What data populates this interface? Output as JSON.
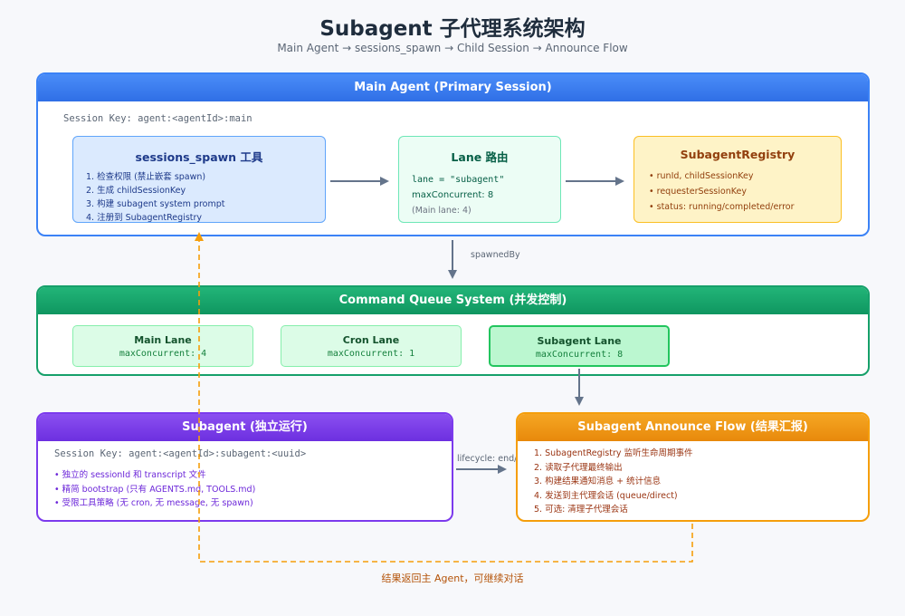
{
  "header": {
    "title": "Subagent 子代理系统架构",
    "subtitle": "Main Agent → sessions_spawn → Child Session → Announce Flow"
  },
  "main_agent": {
    "title": "Main Agent (Primary Session)",
    "session_key": "Session Key: agent:<agentId>:main",
    "spawn": {
      "title": "sessions_spawn 工具",
      "items": [
        "1. 检查权限 (禁止嵌套 spawn)",
        "2. 生成 childSessionKey",
        "3. 构建 subagent system prompt",
        "4. 注册到 SubagentRegistry"
      ]
    },
    "lane_routing": {
      "title": "Lane 路由",
      "items": [
        "lane = \"subagent\"",
        "maxConcurrent: 8",
        "(Main lane: 4)"
      ]
    },
    "registry": {
      "title": "SubagentRegistry",
      "items": [
        "• runId, childSessionKey",
        "• requesterSessionKey",
        "• status: running/completed/error"
      ]
    }
  },
  "connector_labels": {
    "spawned_by": "spawnedBy",
    "lifecycle": "lifecycle: end/e",
    "return": "结果返回主 Agent，可继续对话"
  },
  "queue": {
    "title": "Command Queue System (并发控制)",
    "lanes": [
      {
        "name": "Main Lane",
        "value": "maxConcurrent: 4"
      },
      {
        "name": "Cron Lane",
        "value": "maxConcurrent: 1"
      },
      {
        "name": "Subagent Lane",
        "value": "maxConcurrent: 8"
      }
    ]
  },
  "subagent": {
    "title": "Subagent (独立运行)",
    "session_key": "Session Key: agent:<agentId>:subagent:<uuid>",
    "items": [
      "• 独立的 sessionId 和 transcript 文件",
      "• 精简 bootstrap (只有 AGENTS.md, TOOLS.md)",
      "• 受限工具策略 (无 cron, 无 message, 无 spawn)"
    ]
  },
  "announce": {
    "title": "Subagent Announce Flow (结果汇报)",
    "items": [
      "1. SubagentRegistry 监听生命周期事件",
      "2. 读取子代理最终输出",
      "3. 构建结果通知消息 + 统计信息",
      "4. 发送到主代理会话 (queue/direct)",
      "5. 可选: 清理子代理会话"
    ]
  },
  "colors": {
    "main_accent": "#3b82f6",
    "queue_accent": "#16a06a",
    "subagent_accent": "#7c3aed",
    "announce_accent": "#f59e0b",
    "return_flow": "#f59e0b"
  }
}
